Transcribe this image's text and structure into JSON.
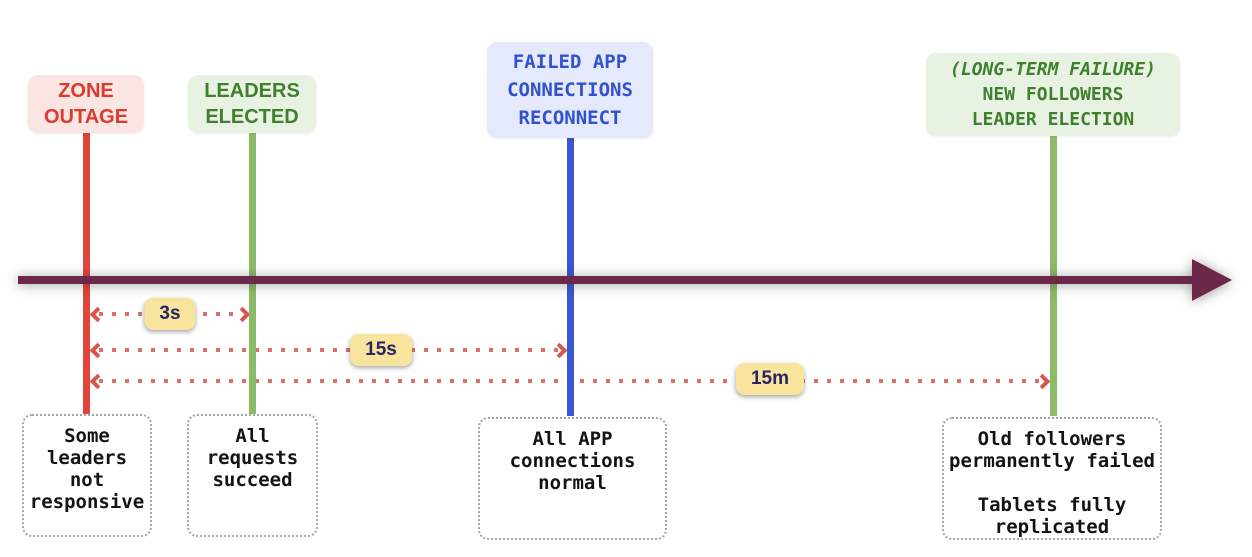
{
  "diagram_type": "timeline",
  "events": [
    {
      "id": "zone-outage",
      "label_lines": [
        "ZONE",
        "OUTAGE"
      ],
      "note_lines": [
        "Some",
        "leaders",
        "not",
        "responsive"
      ],
      "line_color": "#E04537",
      "label_text_color": "#D93B2C",
      "label_bg_color": "#FBE5E3"
    },
    {
      "id": "leaders-elected",
      "label_lines": [
        "LEADERS",
        "ELECTED"
      ],
      "note_lines": [
        "All",
        "requests",
        "succeed"
      ],
      "line_color": "#8CBB68",
      "label_text_color": "#3F7F2D",
      "label_bg_color": "#E8F2E2"
    },
    {
      "id": "failed-app-connections-reconnect",
      "label_lines": [
        "FAILED APP",
        "CONNECTIONS",
        "RECONNECT"
      ],
      "note_lines": [
        "All APP",
        "connections",
        "normal"
      ],
      "line_color": "#3A57D2",
      "label_text_color": "#3351CB",
      "label_bg_color": "#E4EAFB"
    },
    {
      "id": "new-followers-leader-election",
      "label_lines": [
        "(LONG-TERM FAILURE)",
        "NEW FOLLOWERS",
        "LEADER ELECTION"
      ],
      "note_lines": [
        "Old followers",
        "permanently failed",
        "",
        "Tablets fully",
        "replicated"
      ],
      "line_color": "#8CBB68",
      "label_text_color": "#3F7F2D",
      "label_bg_color": "#E8F2E2"
    }
  ],
  "durations": [
    {
      "label": "3s",
      "from": "zone-outage",
      "to": "leaders-elected"
    },
    {
      "label": "15s",
      "from": "zone-outage",
      "to": "failed-app-connections-reconnect"
    },
    {
      "label": "15m",
      "from": "zone-outage",
      "to": "new-followers-leader-election"
    }
  ],
  "colors": {
    "axis": "#6C2849",
    "duration_dots": "#DB7166",
    "duration_arrowhead": "#D5574D",
    "badge_bg": "#F8E49D",
    "badge_text": "#2A2462",
    "note_border": "#A2A7AE",
    "note_text": "#141414"
  }
}
